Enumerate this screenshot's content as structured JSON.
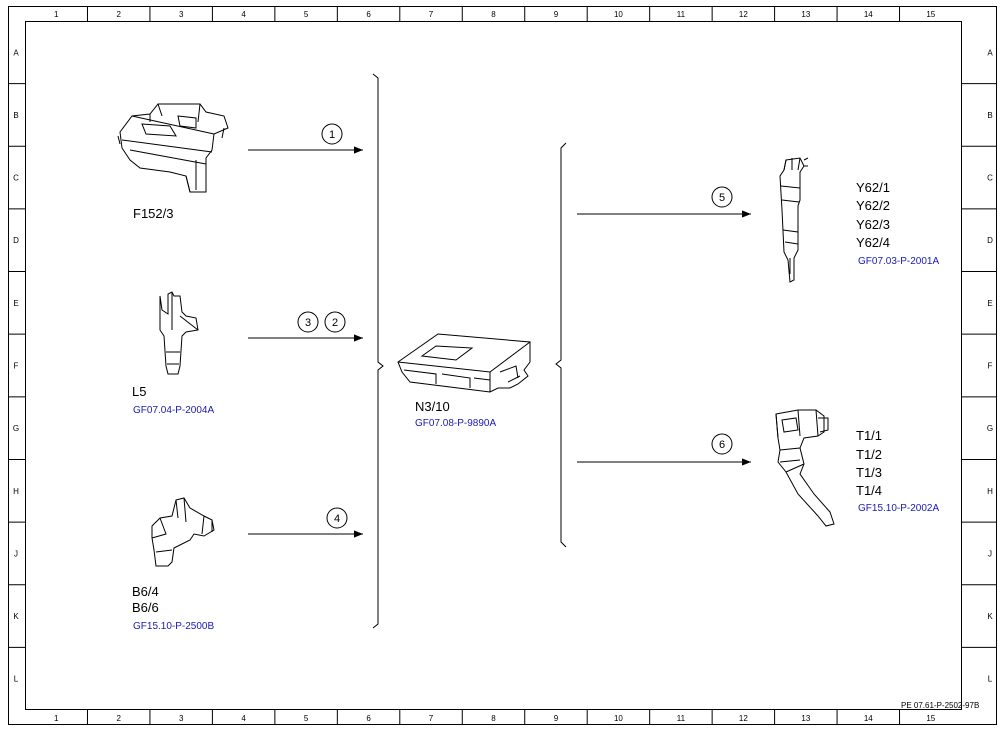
{
  "grid": {
    "columns": [
      "1",
      "2",
      "3",
      "4",
      "5",
      "6",
      "7",
      "8",
      "9",
      "10",
      "11",
      "12",
      "13",
      "14",
      "15"
    ],
    "rows": [
      "A",
      "B",
      "C",
      "D",
      "E",
      "F",
      "G",
      "H",
      "J",
      "K",
      "L"
    ]
  },
  "components": {
    "f152": {
      "labels": [
        "F152/3"
      ]
    },
    "l5": {
      "labels": [
        "L5"
      ],
      "ref": "GF07.04-P-2004A"
    },
    "b6": {
      "labels": [
        "B6/4",
        "B6/6"
      ],
      "ref": "GF15.10-P-2500B"
    },
    "n3": {
      "labels": [
        "N3/10"
      ],
      "ref": "GF07.08-P-9890A"
    },
    "y62": {
      "labels": [
        "Y62/1",
        "Y62/2",
        "Y62/3",
        "Y62/4"
      ],
      "ref": "GF07.03-P-2001A"
    },
    "t1": {
      "labels": [
        "T1/1",
        "T1/2",
        "T1/3",
        "T1/4"
      ],
      "ref": "GF15.10-P-2002A"
    }
  },
  "signals": [
    "1",
    "2",
    "3",
    "4",
    "5",
    "6"
  ],
  "document_number": "PE 07.61-P-2502-97B"
}
